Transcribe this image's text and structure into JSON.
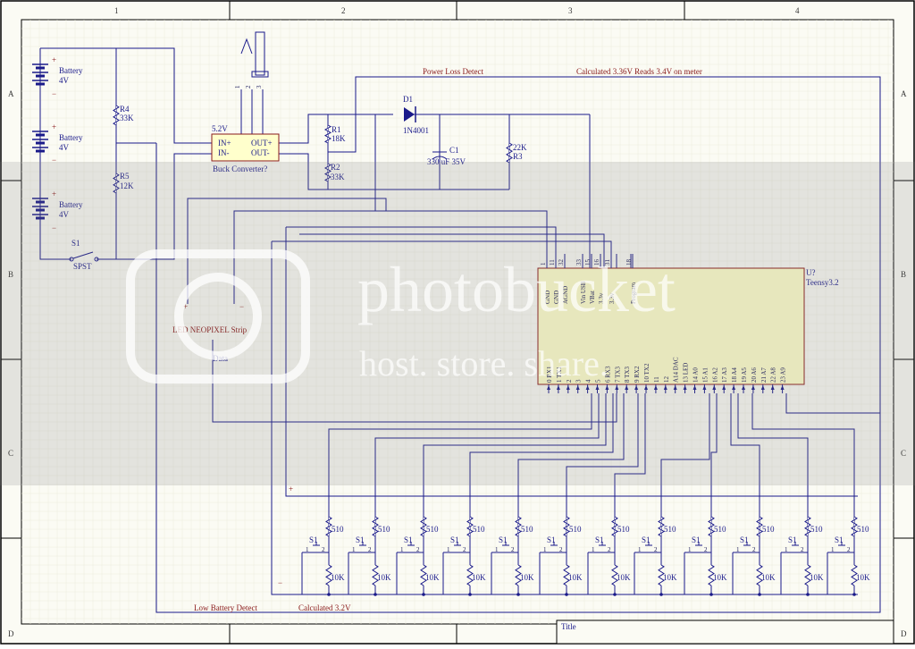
{
  "grid": {
    "columns": [
      "1",
      "2",
      "3",
      "4"
    ],
    "rows": [
      "A",
      "B",
      "C",
      "D"
    ]
  },
  "power": {
    "batteries": [
      {
        "name": "Battery",
        "voltage": "4V"
      },
      {
        "name": "Battery",
        "voltage": "4V"
      },
      {
        "name": "Battery",
        "voltage": "4V"
      }
    ],
    "switch": {
      "ref": "S1",
      "type": "SPST"
    },
    "r4": {
      "ref": "R4",
      "value": "33K"
    },
    "r5": {
      "ref": "R5",
      "value": "12K"
    },
    "buck": {
      "voltage": "5.2V",
      "in_plus": "IN+",
      "in_minus": "IN-",
      "out_plus": "OUT+",
      "out_minus": "OUT-",
      "label": "Buck Converter?"
    },
    "connector_pins": [
      "1",
      "2",
      "3"
    ]
  },
  "detect": {
    "power_loss_label": "Power Loss Detect",
    "calc_note": "Calculated 3.36V Reads 3.4V on meter",
    "r1": {
      "ref": "R1",
      "value": "18K"
    },
    "r2": {
      "ref": "R2",
      "value": "33K"
    },
    "d1": {
      "ref": "D1",
      "value": "1N4001"
    },
    "c1": {
      "ref": "C1",
      "value": "330 uF 35V"
    },
    "r3": {
      "ref": "R3",
      "value": "22K"
    },
    "low_battery_label": "Low Battery Detect",
    "low_calc_note": "Calculated 3.2V"
  },
  "led_strip": {
    "label": "LED NEOPIXEL Strip",
    "data_label": "Data",
    "plus": "+",
    "minus": "−"
  },
  "teensy": {
    "ref": "U?",
    "name": "Teensy3.2",
    "top_pins": [
      {
        "num": "1",
        "label": "GND"
      },
      {
        "num": "11",
        "label": "GND"
      },
      {
        "num": "32",
        "label": "AGND"
      },
      {
        "num": "33",
        "label": "Vin USB"
      },
      {
        "num": "15",
        "label": "VBat"
      },
      {
        "num": "16",
        "label": "3.3v"
      },
      {
        "num": "31",
        "label": "3.3v"
      },
      {
        "num": "18",
        "label": "Program"
      }
    ],
    "bottom_pins": [
      "0 RX1",
      "1 TX1",
      "2",
      "3",
      "4",
      "5",
      "6 RX3",
      "7 TX3",
      "8 TX3",
      "9 RX2",
      "10 TX2",
      "11",
      "12",
      "A14 DAC",
      "13 LED",
      "14 A0",
      "15 A1",
      "16 A2",
      "17 A3",
      "18 A4",
      "19 A5",
      "20 A6",
      "21 A7",
      "22 A8",
      "23 A9"
    ]
  },
  "buttons": {
    "switch_ref": "S1",
    "pin1": "1",
    "pin2": "2",
    "pullup": "510",
    "pulldown": "10K",
    "count": 12,
    "plus": "+",
    "minus": "−"
  },
  "title_block": {
    "title_label": "Title"
  },
  "watermark": {
    "text_top": "photobucket",
    "text_bottom": "host. store. share."
  }
}
